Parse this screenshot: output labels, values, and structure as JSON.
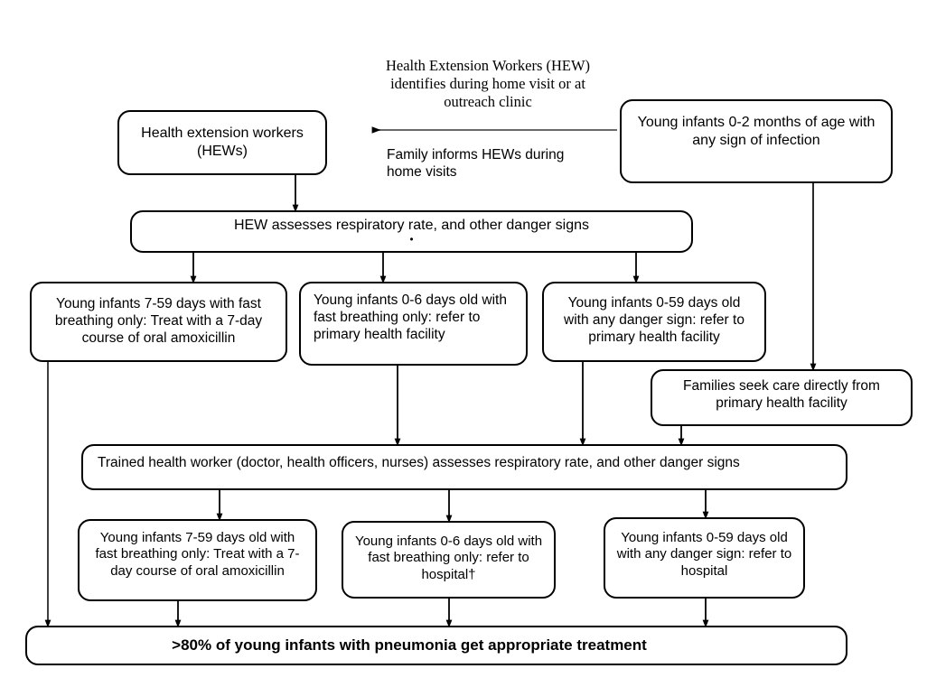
{
  "diagram": {
    "title_caption": "Health Extension Workers (HEW) identifies during home visit or at outreach clinic",
    "caption_lines": [
      "Health Extension Workers (HEW)",
      "identifies during home visit or at",
      "outreach clinic"
    ],
    "edge_label": "Family informs HEWs during home visits",
    "nodes": {
      "hew_box": "Health extension workers (HEWs)",
      "young_infants_source": "Young infants 0-2 months of age with any sign of infection",
      "hew_assess": "HEW assesses respiratory rate, and other danger signs",
      "hew_assess_marker": "•",
      "hew_branch_1": "Young infants 7-59 days with fast breathing only: Treat with a 7-day course of oral amoxicillin",
      "hew_branch_2": "Young infants 0-6 days old with fast breathing only: refer to primary health facility",
      "hew_branch_3": "Young infants 0-59 days old with any danger sign: refer to primary health facility",
      "families_seek": "Families seek care directly from primary health facility",
      "trained_worker": "Trained health worker (doctor, health officers, nurses) assesses respiratory rate, and other danger signs",
      "facility_branch_1": "Young infants 7-59 days old with fast breathing only: Treat with a 7-day course of oral amoxicillin",
      "facility_branch_2": "Young infants 0-6 days old with fast breathing only: refer to hospital†",
      "facility_branch_3": "Young infants 0-59 days old with any danger sign: refer to hospital",
      "outcome": ">80% of young infants with pneumonia get appropriate treatment"
    },
    "colors": {
      "stroke": "#000000",
      "arrow_grey": "#4a4a4a",
      "background": "#ffffff",
      "text": "#000000"
    }
  }
}
